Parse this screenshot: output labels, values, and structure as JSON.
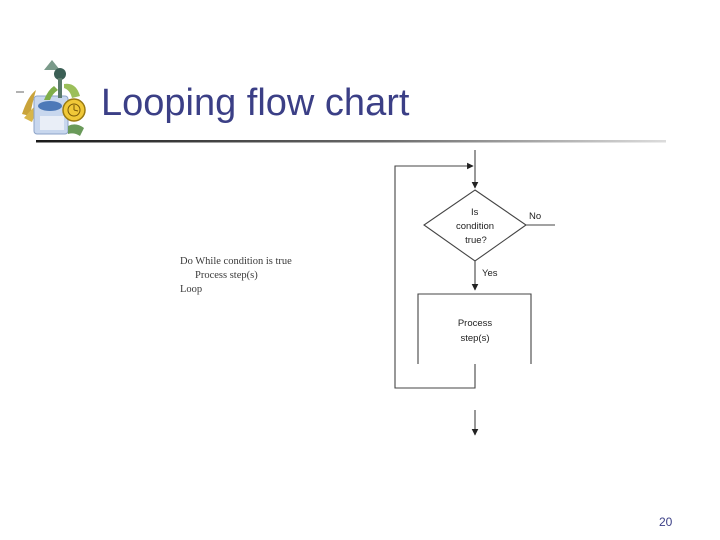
{
  "slide": {
    "title": "Looping flow chart",
    "page_number": "20"
  },
  "pseudocode": {
    "line1": "Do While condition is true",
    "line2": "Process step(s)",
    "line3": "Loop"
  },
  "flowchart": {
    "decision": {
      "line1": "Is",
      "line2": "condition",
      "line3": "true?"
    },
    "no_label": "No",
    "yes_label": "Yes",
    "process": {
      "line1": "Process",
      "line2": "step(s)"
    }
  },
  "colors": {
    "title": "#3b3f86",
    "rule_dark": "#1a1a1a",
    "rule_light": "#c8c8c8"
  }
}
